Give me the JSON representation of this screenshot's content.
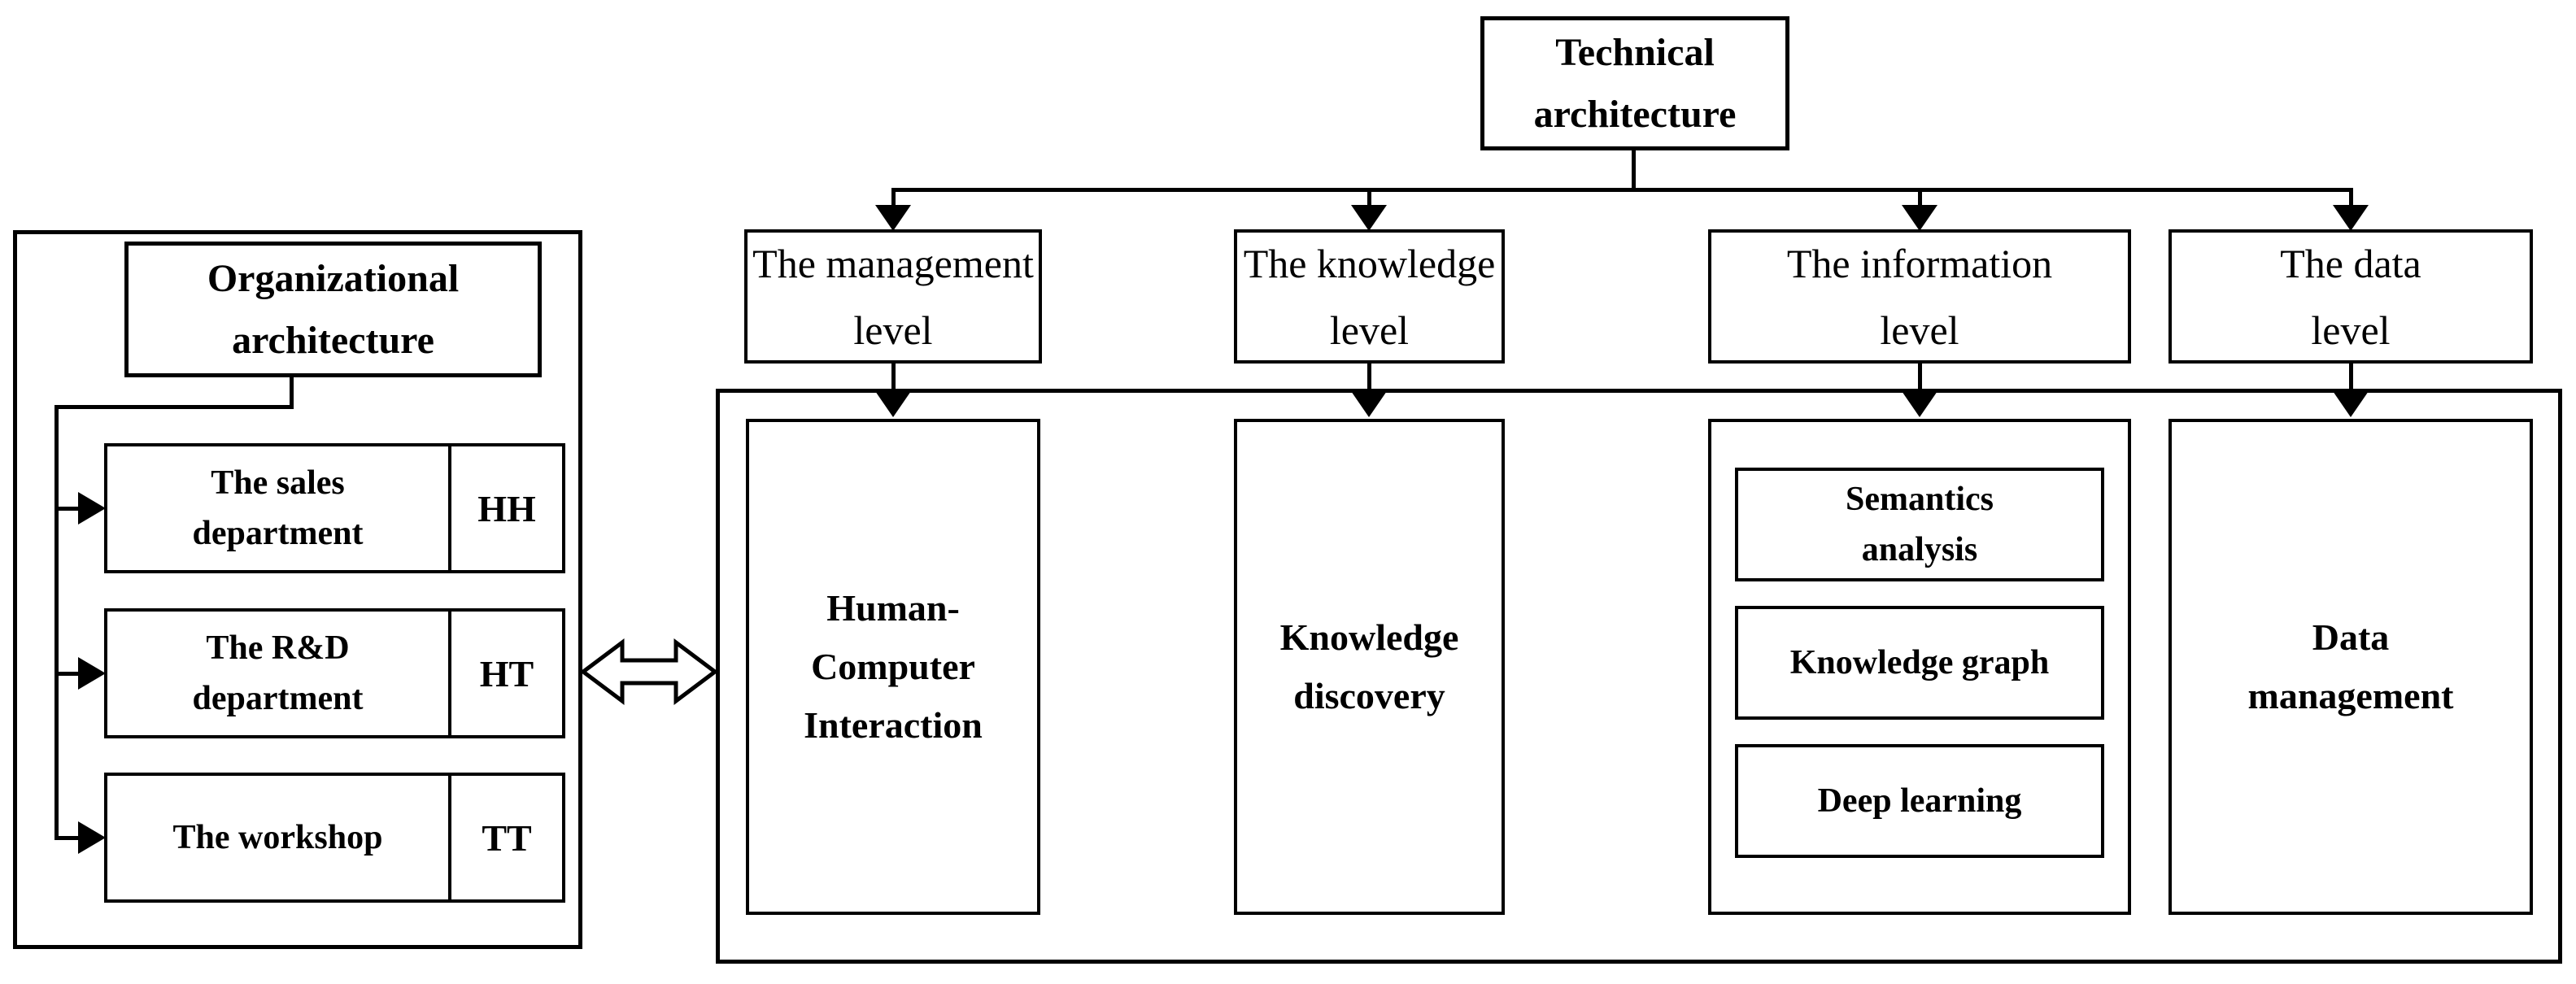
{
  "org": {
    "title": "Organizational\narchitecture",
    "departments": [
      {
        "name": "The sales\ndepartment",
        "code": "HH"
      },
      {
        "name": "The R&D\ndepartment",
        "code": "HT"
      },
      {
        "name": "The workshop",
        "code": "TT"
      }
    ]
  },
  "tech": {
    "title": "Technical\narchitecture",
    "levels": [
      {
        "label": "The management\nlevel"
      },
      {
        "label": "The knowledge\nlevel"
      },
      {
        "label": "The information\nlevel"
      },
      {
        "label": "The data\nlevel"
      }
    ],
    "modules": [
      {
        "label": "Human-Computer\nInteraction"
      },
      {
        "label": "Knowledge\ndiscovery"
      },
      {
        "label": "Data\nmanagement"
      }
    ],
    "information_items": [
      {
        "label": "Semantics\nanalysis"
      },
      {
        "label": "Knowledge graph"
      },
      {
        "label": "Deep learning"
      }
    ]
  },
  "icons": {
    "double_arrow": "left-right-double-arrow"
  },
  "colors": {
    "ink": "#000000",
    "paper": "#ffffff"
  }
}
